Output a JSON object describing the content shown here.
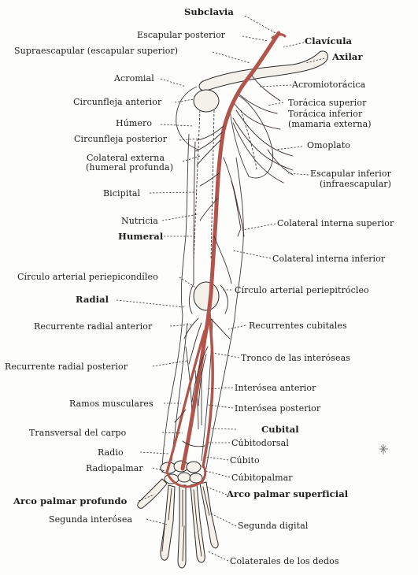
{
  "labels": {
    "subclavia": "Subclavia",
    "escapular_posterior": "Escapular posterior",
    "clavicula": "Clavícula",
    "supraescapular": "Supraescapular (escapular superior)",
    "axilar": "Axilar",
    "acromial": "Acromial",
    "acromiotoracica": "Acromiotorácica",
    "circunfleja_anterior": "Circunfleja anterior",
    "toracica_superior": "Torácica superior",
    "toracica_inferior": "Torácica inferior",
    "mamaria_externa": "(mamaria externa)",
    "humero": "Húmero",
    "circunfleja_posterior": "Circunfleja posterior",
    "omoplato": "Omoplato",
    "colateral_externa": "Colateral externa",
    "humeral_profunda": "(humeral profunda)",
    "escapular_inferior": "Escapular inferior",
    "infraescapular": "(infraescapular)",
    "bicipital": "Bicipital",
    "nutricia": "Nutricia",
    "colateral_interna_superior": "Colateral interna superior",
    "humeral": "Humeral",
    "colateral_interna_inferior": "Colateral interna inferior",
    "circulo_periepicondileo": "Círculo arterial periepicondíleo",
    "circulo_periepitrocleo": "Círculo arterial periepitrócleo",
    "radial": "Radial",
    "recurrente_radial_anterior": "Recurrente radial anterior",
    "recurrentes_cubitales": "Recurrentes cubitales",
    "tronco_interoseas": "Tronco de las interóseas",
    "recurrente_radial_posterior": "Recurrente radial posterior",
    "interosea_anterior": "Interósea anterior",
    "ramos_musculares": "Ramos musculares",
    "interosea_posterior": "Interósea posterior",
    "transversal_carpo": "Transversal del carpo",
    "cubital": "Cubital",
    "cubitodorsal": "Cúbitodorsal",
    "radio": "Radio",
    "cubito": "Cúbito",
    "radiopalmar": "Radiopalmar",
    "cubitopalmar": "Cúbitopalmar",
    "arco_palmar_profundo": "Arco palmar profundo",
    "arco_palmar_superficial": "Arco palmar superficial",
    "segunda_digital": "Segunda digital",
    "segunda_interosea": "Segunda interósea",
    "colaterales_dedos": "Colaterales de los dedos"
  },
  "colors": {
    "artery": "#b1544b",
    "ink": "#1c1c1c",
    "paper": "#fdfdfc"
  }
}
